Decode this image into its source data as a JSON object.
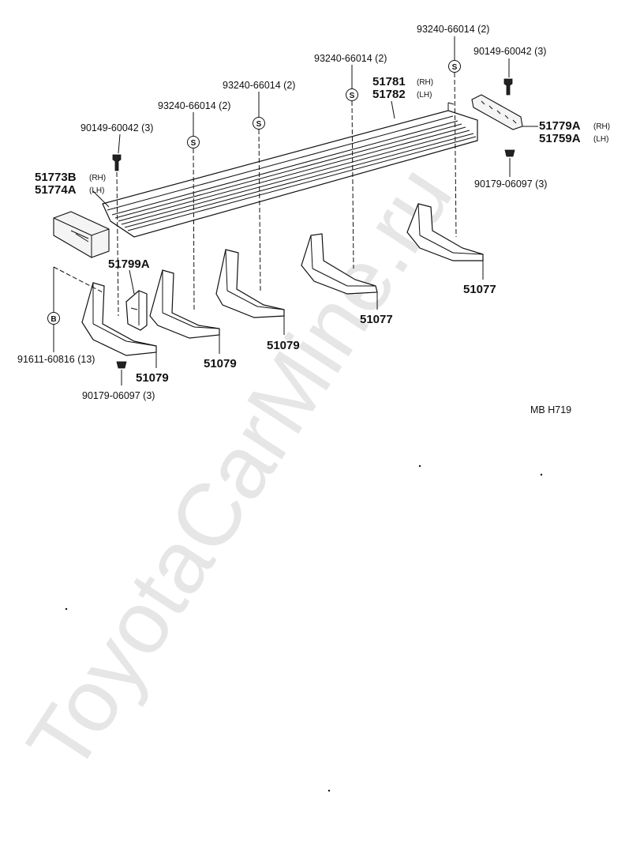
{
  "diagram": {
    "code": "MB  H719",
    "watermark": "ToyotaCarMine.ru",
    "side_labels": {
      "rh": "(RH)",
      "lh": "(LH)"
    },
    "symbols": {
      "s": "S",
      "b": "B"
    },
    "callouts": {
      "clip_top_right": "93240-66014 (2)",
      "clip_top_mid": "93240-66014 (2)",
      "clip_mid": "93240-66014 (2)",
      "clip_left": "93240-66014 (2)",
      "bolt_right": "90149-60042 (3)",
      "bolt_left": "90149-60042 (3)",
      "nut_right": "90179-06097 (3)",
      "nut_left": "90179-06097 (3)",
      "screw_b": "91611-60816 (13)",
      "step_rh": "51781",
      "step_lh": "51782",
      "end_cap_right_rh": "51779A",
      "end_cap_right_lh": "51759A",
      "end_cap_left_rh": "51773B",
      "end_cap_left_lh": "51774A",
      "bracket_small": "51799A",
      "bracket_51077_a": "51077",
      "bracket_51077_b": "51077",
      "bracket_51079_a": "51079",
      "bracket_51079_b": "51079",
      "bracket_51079_c": "51079"
    }
  }
}
